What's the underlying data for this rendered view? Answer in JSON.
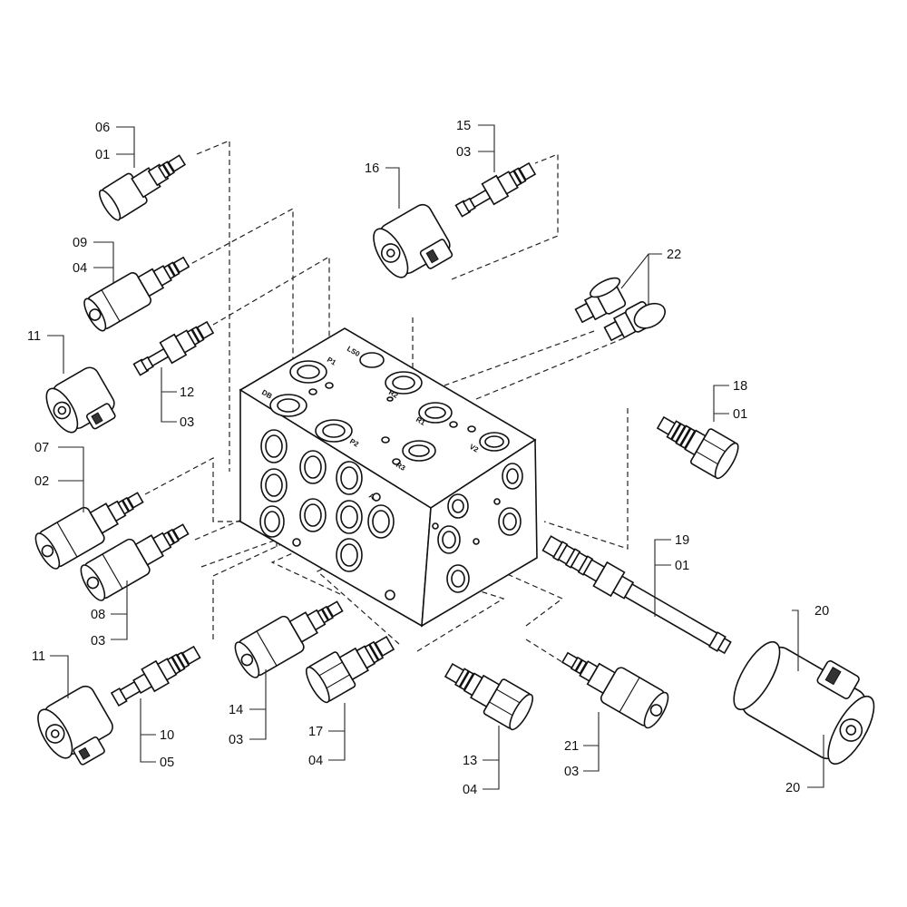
{
  "callouts": [
    {
      "id": "c1",
      "text": "06"
    },
    {
      "id": "c2",
      "text": "01"
    },
    {
      "id": "c3",
      "text": "09"
    },
    {
      "id": "c4",
      "text": "04"
    },
    {
      "id": "c5",
      "text": "11"
    },
    {
      "id": "c6",
      "text": "12"
    },
    {
      "id": "c7",
      "text": "03"
    },
    {
      "id": "c8",
      "text": "07"
    },
    {
      "id": "c9",
      "text": "02"
    },
    {
      "id": "c10",
      "text": "08"
    },
    {
      "id": "c11",
      "text": "03"
    },
    {
      "id": "c12",
      "text": "11"
    },
    {
      "id": "c13",
      "text": "10"
    },
    {
      "id": "c14",
      "text": "05"
    },
    {
      "id": "c15",
      "text": "14"
    },
    {
      "id": "c16",
      "text": "03"
    },
    {
      "id": "c17",
      "text": "17"
    },
    {
      "id": "c18",
      "text": "04"
    },
    {
      "id": "c19",
      "text": "13"
    },
    {
      "id": "c20",
      "text": "04"
    },
    {
      "id": "c21",
      "text": "21"
    },
    {
      "id": "c22",
      "text": "03"
    },
    {
      "id": "c23",
      "text": "20"
    },
    {
      "id": "c24",
      "text": "20"
    },
    {
      "id": "c25",
      "text": "19"
    },
    {
      "id": "c26",
      "text": "01"
    },
    {
      "id": "c27",
      "text": "18"
    },
    {
      "id": "c28",
      "text": "01"
    },
    {
      "id": "c29",
      "text": "22"
    },
    {
      "id": "c30",
      "text": "16"
    },
    {
      "id": "c31",
      "text": "15"
    },
    {
      "id": "c32",
      "text": "03"
    }
  ],
  "port_labels": [
    "LS0",
    "P1",
    "R2",
    "R1",
    "DB",
    "P2",
    "R3",
    "V2",
    "A2"
  ]
}
